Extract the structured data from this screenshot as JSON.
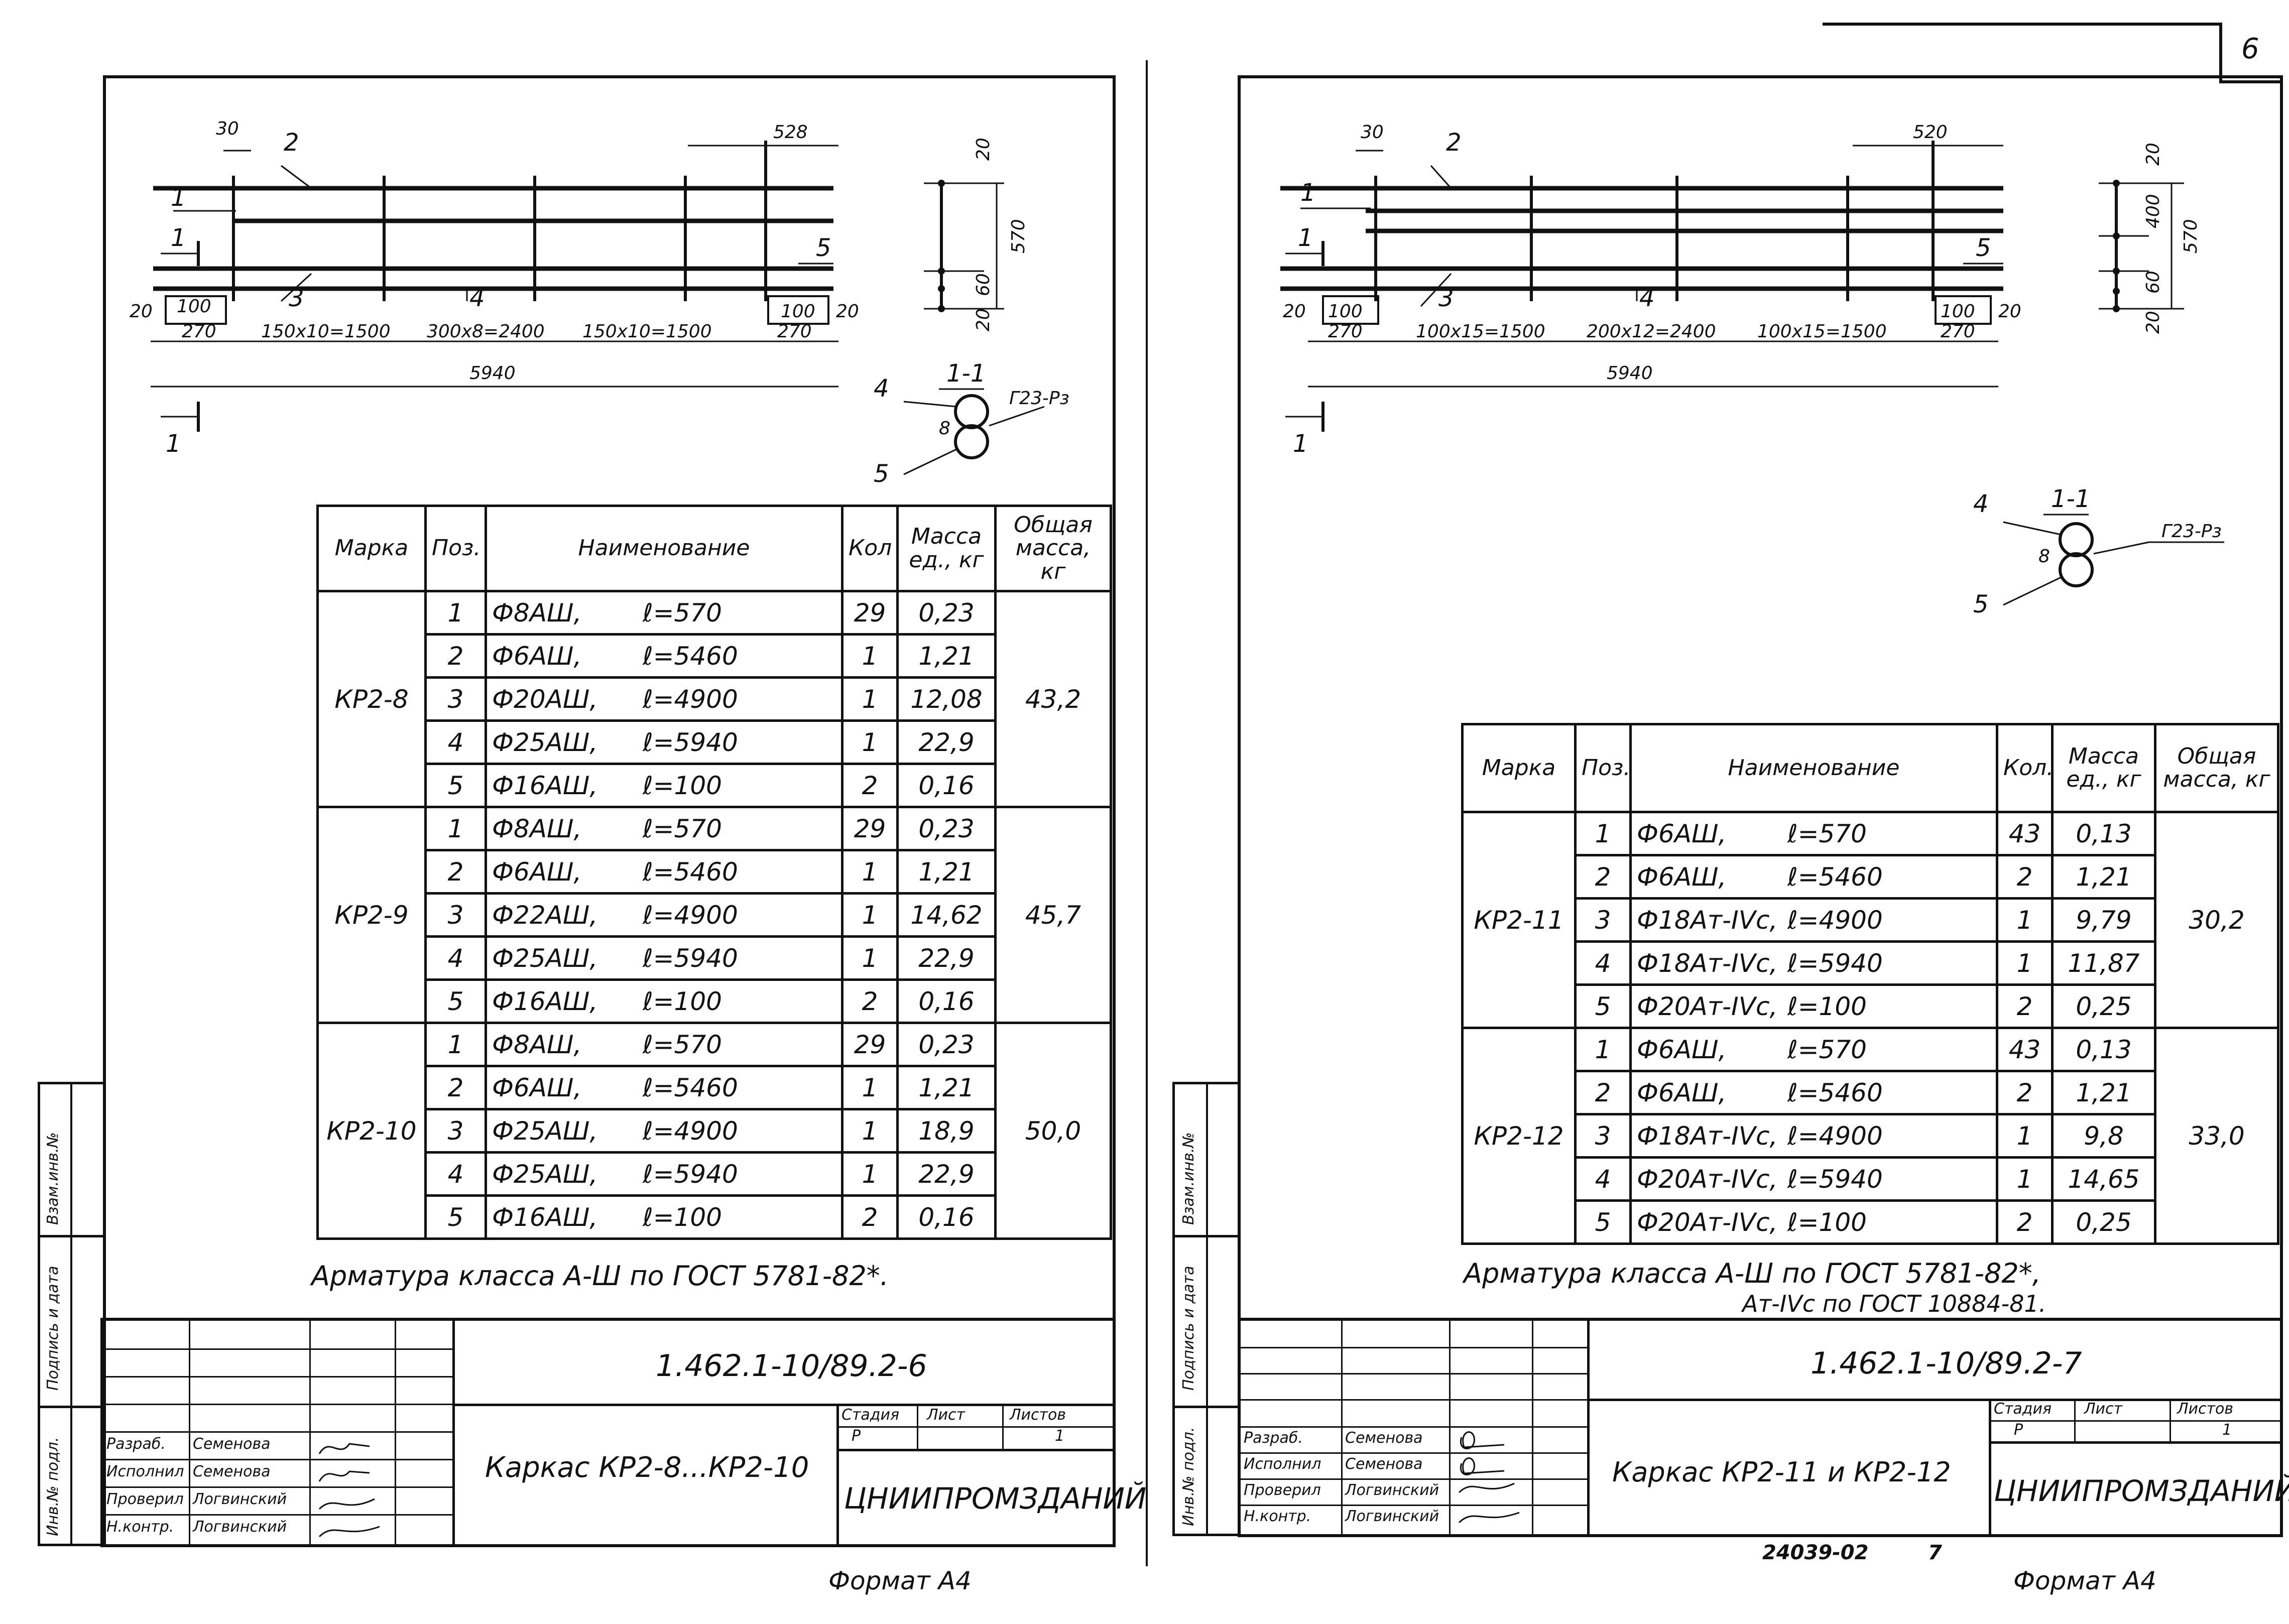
{
  "page_number": "6",
  "sheets": [
    {
      "drawing": {
        "dims_top": [
          "30",
          "528"
        ],
        "dims_bottom": [
          "20",
          "100",
          "270",
          "150x10=1500",
          "300x8=2400",
          "150x10=1500",
          "100",
          "270",
          "20"
        ],
        "total_length": "5940",
        "positions": [
          "1",
          "2",
          "3",
          "4",
          "5"
        ],
        "section_dims": [
          "20",
          "60",
          "570",
          "20"
        ],
        "section_title": "1-1",
        "section_labels": [
          "4",
          "5",
          "8",
          "Г23-Рз"
        ]
      },
      "table": {
        "headers": [
          "Марка",
          "Поз.",
          "Наименование",
          "Кол",
          "Масса ед., кг",
          "Общая масса, кг"
        ],
        "groups": [
          {
            "mark": "КР2-8",
            "total": "43,2",
            "rows": [
              {
                "pos": "1",
                "name": "Ф8АШ,",
                "len": "ℓ=570",
                "qty": "29",
                "mass": "0,23"
              },
              {
                "pos": "2",
                "name": "Ф6АШ,",
                "len": "ℓ=5460",
                "qty": "1",
                "mass": "1,21"
              },
              {
                "pos": "3",
                "name": "Ф20АШ,",
                "len": "ℓ=4900",
                "qty": "1",
                "mass": "12,08"
              },
              {
                "pos": "4",
                "name": "Ф25АШ,",
                "len": "ℓ=5940",
                "qty": "1",
                "mass": "22,9"
              },
              {
                "pos": "5",
                "name": "Ф16АШ,",
                "len": "ℓ=100",
                "qty": "2",
                "mass": "0,16"
              }
            ]
          },
          {
            "mark": "КР2-9",
            "total": "45,7",
            "rows": [
              {
                "pos": "1",
                "name": "Ф8АШ,",
                "len": "ℓ=570",
                "qty": "29",
                "mass": "0,23"
              },
              {
                "pos": "2",
                "name": "Ф6АШ,",
                "len": "ℓ=5460",
                "qty": "1",
                "mass": "1,21"
              },
              {
                "pos": "3",
                "name": "Ф22АШ,",
                "len": "ℓ=4900",
                "qty": "1",
                "mass": "14,62"
              },
              {
                "pos": "4",
                "name": "Ф25АШ,",
                "len": "ℓ=5940",
                "qty": "1",
                "mass": "22,9"
              },
              {
                "pos": "5",
                "name": "Ф16АШ,",
                "len": "ℓ=100",
                "qty": "2",
                "mass": "0,16"
              }
            ]
          },
          {
            "mark": "КР2-10",
            "total": "50,0",
            "rows": [
              {
                "pos": "1",
                "name": "Ф8АШ,",
                "len": "ℓ=570",
                "qty": "29",
                "mass": "0,23"
              },
              {
                "pos": "2",
                "name": "Ф6АШ,",
                "len": "ℓ=5460",
                "qty": "1",
                "mass": "1,21"
              },
              {
                "pos": "3",
                "name": "Ф25АШ,",
                "len": "ℓ=4900",
                "qty": "1",
                "mass": "18,9"
              },
              {
                "pos": "4",
                "name": "Ф25АШ,",
                "len": "ℓ=5940",
                "qty": "1",
                "mass": "22,9"
              },
              {
                "pos": "5",
                "name": "Ф16АШ,",
                "len": "ℓ=100",
                "qty": "2",
                "mass": "0,16"
              }
            ]
          }
        ]
      },
      "note": [
        "Арматура класса А-Ш по ГОСТ 5781-82*."
      ],
      "stamp": {
        "doc_code": "1.462.1-10/89.2-6",
        "title": "Каркас КР2-8...КР2-10",
        "stage_label": "Стадия",
        "sheet_label": "Лист",
        "sheets_label": "Листов",
        "stage": "Р",
        "sheet": "",
        "sheets": "1",
        "org": "ЦНИИПРОМЗДАНИЙ",
        "signers": [
          {
            "role": "Разраб.",
            "name": "Семенова"
          },
          {
            "role": "Исполнил",
            "name": "Семенова"
          },
          {
            "role": "Проверил",
            "name": "Логвинский"
          },
          {
            "role": "Н.контр.",
            "name": "Логвинский"
          }
        ],
        "side_labels": [
          "Инв.№ подл.",
          "Подпись и дата",
          "Взам.инв.№"
        ]
      },
      "format": "Формат А4"
    },
    {
      "drawing": {
        "dims_top": [
          "30",
          "520"
        ],
        "dims_bottom": [
          "20",
          "100",
          "270",
          "100x15=1500",
          "200x12=2400",
          "100x15=1500",
          "100",
          "270",
          "20"
        ],
        "total_length": "5940",
        "positions": [
          "1",
          "2",
          "3",
          "4",
          "5"
        ],
        "section_dims": [
          "20",
          "400",
          "60",
          "570",
          "20"
        ],
        "section_title": "1-1",
        "section_labels": [
          "4",
          "5",
          "8",
          "Г23-Рз"
        ]
      },
      "table": {
        "headers": [
          "Марка",
          "Поз.",
          "Наименование",
          "Кол.",
          "Масса ед., кг",
          "Общая масса, кг"
        ],
        "groups": [
          {
            "mark": "КР2-11",
            "total": "30,2",
            "rows": [
              {
                "pos": "1",
                "name": "Ф6АШ,",
                "len": "ℓ=570",
                "qty": "43",
                "mass": "0,13"
              },
              {
                "pos": "2",
                "name": "Ф6АШ,",
                "len": "ℓ=5460",
                "qty": "2",
                "mass": "1,21"
              },
              {
                "pos": "3",
                "name": "Ф18Ат-IVс,",
                "len": "ℓ=4900",
                "qty": "1",
                "mass": "9,79"
              },
              {
                "pos": "4",
                "name": "Ф18Ат-IVс,",
                "len": "ℓ=5940",
                "qty": "1",
                "mass": "11,87"
              },
              {
                "pos": "5",
                "name": "Ф20Ат-IVс,",
                "len": "ℓ=100",
                "qty": "2",
                "mass": "0,25"
              }
            ]
          },
          {
            "mark": "КР2-12",
            "total": "33,0",
            "rows": [
              {
                "pos": "1",
                "name": "Ф6АШ,",
                "len": "ℓ=570",
                "qty": "43",
                "mass": "0,13"
              },
              {
                "pos": "2",
                "name": "Ф6АШ,",
                "len": "ℓ=5460",
                "qty": "2",
                "mass": "1,21"
              },
              {
                "pos": "3",
                "name": "Ф18Ат-IVс,",
                "len": "ℓ=4900",
                "qty": "1",
                "mass": "9,8"
              },
              {
                "pos": "4",
                "name": "Ф20Ат-IVс,",
                "len": "ℓ=5940",
                "qty": "1",
                "mass": "14,65"
              },
              {
                "pos": "5",
                "name": "Ф20Ат-IVс,",
                "len": "ℓ=100",
                "qty": "2",
                "mass": "0,25"
              }
            ]
          }
        ]
      },
      "note": [
        "Арматура класса А-Ш по ГОСТ 5781-82*,",
        "Ат-IVс по ГОСТ 10884-81."
      ],
      "stamp": {
        "doc_code": "1.462.1-10/89.2-7",
        "title": "Каркас КР2-11 и КР2-12",
        "stage_label": "Стадия",
        "sheet_label": "Лист",
        "sheets_label": "Листов",
        "stage": "Р",
        "sheet": "",
        "sheets": "1",
        "org": "ЦНИИПРОМЗДАНИЙ",
        "signers": [
          {
            "role": "Разраб.",
            "name": "Семенова"
          },
          {
            "role": "Исполнил",
            "name": "Семенова"
          },
          {
            "role": "Проверил",
            "name": "Логвинский"
          },
          {
            "role": "Н.контр.",
            "name": "Логвинский"
          }
        ],
        "side_labels": [
          "Инв.№ подл.",
          "Подпись и дата",
          "Взам.инв.№"
        ]
      },
      "format": "Формат А4",
      "archive_no": "24039-02",
      "archive_page": "7"
    }
  ]
}
